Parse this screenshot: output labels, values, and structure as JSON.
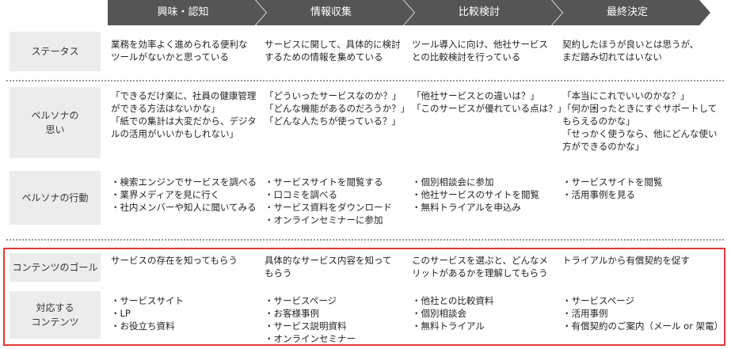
{
  "stages": [
    "興味・認知",
    "情報収集",
    "比較検討",
    "最終決定"
  ],
  "rows": [
    {
      "label": [
        "ステータス"
      ],
      "cells": [
        [
          "業務を効率よく進められる便利な",
          "ツールがないかと思っている"
        ],
        [
          "サービスに関して、具体的に検討",
          "するための情報を集めている"
        ],
        [
          "ツール導入に向け、他社サービス",
          "との比較検討を行っている"
        ],
        [
          "契約したほうが良いとは思うが、",
          "まだ踏み切れてはいない"
        ]
      ]
    },
    {
      "label": [
        "ペルソナの",
        "思い"
      ],
      "cells": [
        [
          "「できるだけ楽に、社員の健康管理",
          "ができる方法はないかな」",
          "「紙での集計は大変だから、デジタ",
          "ルの活用がいいかもしれない」"
        ],
        [
          "「どういったサービスなのか？」",
          "「どんな機能があるのだろうか？」",
          "「どんな人たちが使っている？」"
        ],
        [
          "「他社サービスとの違いは？」",
          "「このサービスが優れている点は？」"
        ],
        [
          "「本当にこれでいいのかな？」",
          "「何か困ったときにすぐサポートして",
          "もらえるのかな」",
          "「せっかく使うなら、他にどんな使い",
          "方ができるのかな」"
        ]
      ]
    },
    {
      "label": [
        "ペルソナの行動"
      ],
      "cells": [
        [
          "・検索エンジンでサービスを調べる",
          "・業界メディアを見に行く",
          "・社内メンバーや知人に聞いてみる"
        ],
        [
          "・サービスサイトを閲覧する",
          "・口コミを調べる",
          "・サービス資料をダウンロード",
          "・オンラインセミナーに参加"
        ],
        [
          "・個別相談会に参加",
          "・他社サービスのサイトを閲覧",
          "・無料トライアルを申込み"
        ],
        [
          "・サービスサイトを閲覧",
          "・活用事例を見る"
        ]
      ]
    },
    {
      "label": [
        "コンテンツのゴール"
      ],
      "cells": [
        [
          "サービスの存在を知ってもらう"
        ],
        [
          "具体的なサービス内容を知って",
          "もらう"
        ],
        [
          "このサービスを選ぶと、どんなメ",
          "リットがあるかを理解してもらう"
        ],
        [
          "トライアルから有償契約を促す"
        ]
      ]
    },
    {
      "label": [
        "対応する",
        "コンテンツ"
      ],
      "cells": [
        [
          "・サービスサイト",
          "・LP",
          "・お役立ち資料"
        ],
        [
          "・サービスページ",
          "・お客様事例",
          "・サービス説明資料",
          "・オンラインセミナー"
        ],
        [
          "・他社との比較資料",
          "・個別相談会",
          "・無料トライアル"
        ],
        [
          "・サービスページ",
          "・活用事例",
          "・有償契約のご案内（メール or 架電）"
        ]
      ]
    }
  ],
  "colors": {
    "arrow": "#555555",
    "label_bg": "#ececec",
    "highlight_border": "#e53935",
    "divider": "#999999"
  }
}
